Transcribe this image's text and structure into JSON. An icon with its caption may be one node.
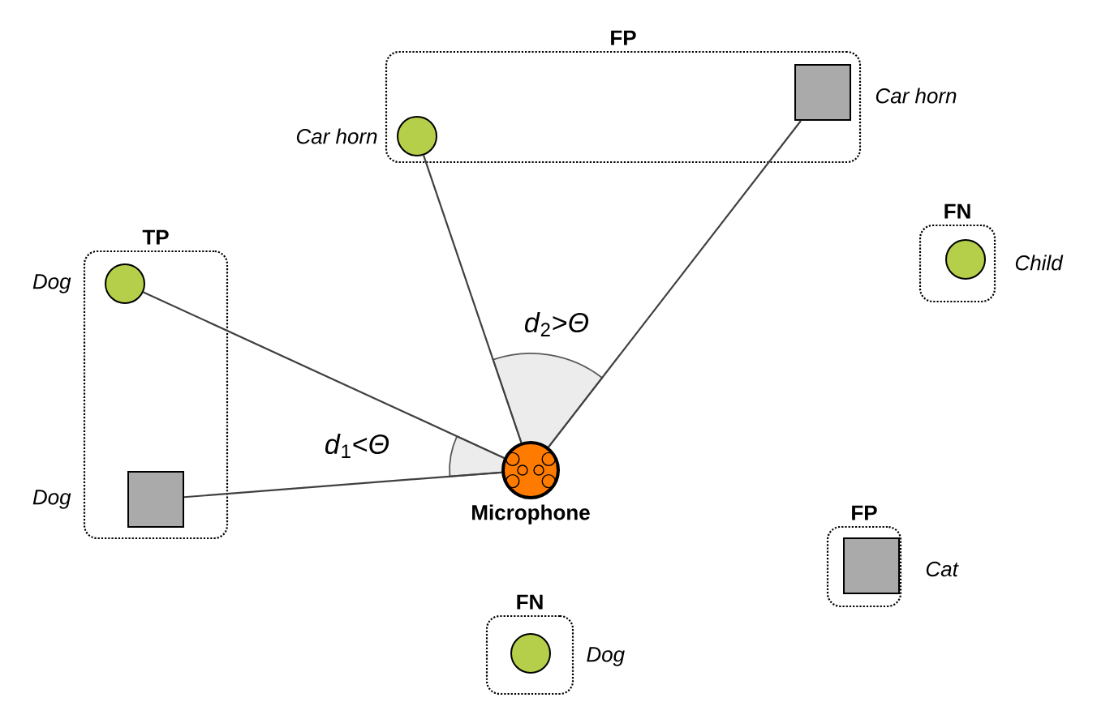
{
  "diagram": {
    "nodes": [
      {
        "text": [
          "FP"
        ]
      },
      {
        "text": [],
        "shape": "circle",
        "in": 0,
        "beside": [
          "Car horn"
        ]
      },
      {
        "text": [],
        "shape": "box",
        "in": 0,
        "beside": [
          "Car horn"
        ]
      },
      {
        "text": [
          "TP"
        ]
      },
      {
        "text": [],
        "shape": "circle",
        "in": 3,
        "beside": [
          "Dog"
        ]
      },
      {
        "text": [],
        "shape": "box",
        "in": 3,
        "beside": [
          "Dog"
        ]
      },
      {
        "text": [
          "FN"
        ]
      },
      {
        "text": [],
        "shape": "circle",
        "in": 6,
        "beside": [
          "Child"
        ]
      },
      {
        "text": [],
        "shape": "circle",
        "beside": [
          "Microphone"
        ]
      },
      {
        "text": [
          "FP"
        ]
      },
      {
        "text": [],
        "shape": "box",
        "in": 9,
        "beside": [
          "Cat"
        ]
      },
      {
        "text": [
          "FN"
        ]
      },
      {
        "text": [],
        "shape": "circle",
        "in": 11,
        "beside": [
          "Dog"
        ]
      }
    ],
    "edges": [
      {
        "from": 4,
        "to": 8,
        "arrow": "none"
      },
      {
        "from": 5,
        "to": 8,
        "arrow": "none"
      },
      {
        "from": 1,
        "to": 8,
        "arrow": "none"
      },
      {
        "from": 2,
        "to": 8,
        "arrow": "none"
      }
    ],
    "labels": [
      "*d*$_{1}$<*Θ*",
      "*d*$_{2}$>*Θ*"
    ]
  }
}
